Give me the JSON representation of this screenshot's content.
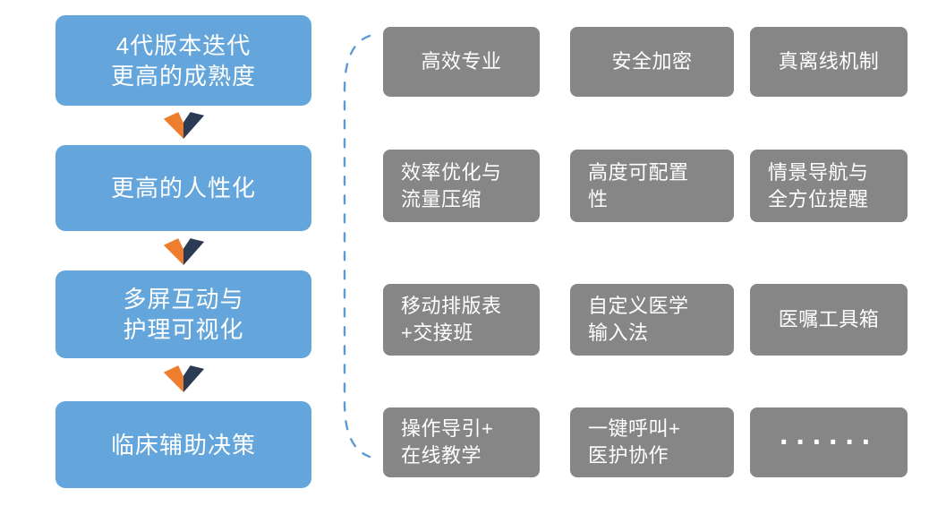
{
  "palette": {
    "step_blue": "#64A6DB",
    "feature_gray": "#868686",
    "arrow_orange": "#EE7D2D",
    "arrow_navy": "#2B3B54",
    "bracket_blue": "#5B9BD5",
    "text_white": "#FFFFFF"
  },
  "left_steps": [
    "4代版本迭代\n更高的成熟度",
    "更高的人性化",
    "多屏互动与\n护理可视化",
    "临床辅助决策"
  ],
  "features": {
    "rows": [
      [
        "高效专业",
        "安全加密",
        "真离线机制"
      ],
      [
        "效率优化与\n流量压缩",
        "高度可配置\n性",
        "情景导航与\n全方位提醒"
      ],
      [
        "移动排版表\n+交接班",
        "自定义医学\n输入法",
        "医嘱工具箱"
      ],
      [
        "操作导引+\n在线教学",
        "一键呼叫+\n医护协作",
        "······"
      ]
    ]
  },
  "icons": {
    "down_arrow": "two-tone orange/navy chevron pointing down",
    "bracket": "dashed opening parenthesis grouping the feature grid"
  }
}
